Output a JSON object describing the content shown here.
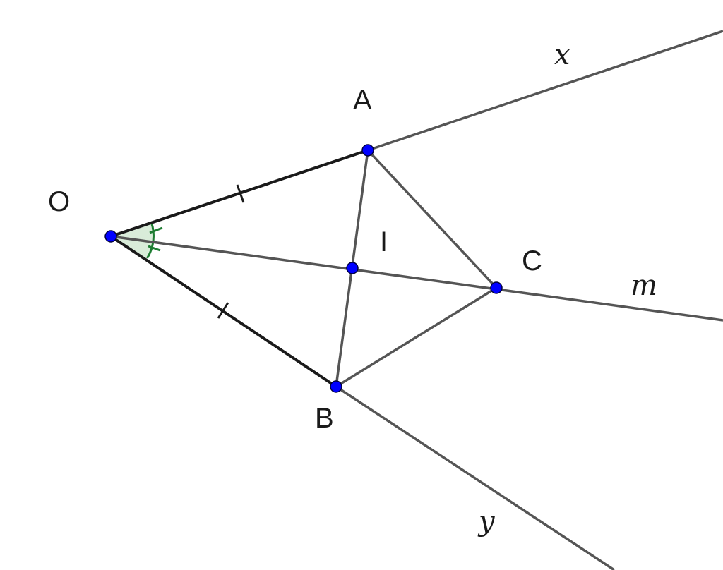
{
  "points": {
    "O": "O",
    "A": "A",
    "B": "B",
    "C": "C",
    "I": "I"
  },
  "lines": {
    "x": "x",
    "y": "y",
    "m": "m"
  },
  "colors": {
    "background": "#ffffff",
    "ray": "#555555",
    "side": "#1a1a1a",
    "point_fill": "#0000ff",
    "point_stroke": "#00003c",
    "angle_marker": "#1e7d32",
    "angle_fill": "#d9ecd9"
  },
  "marks": {
    "equal_sides": [
      "OA",
      "OB"
    ],
    "equal_angles": [
      "AOC",
      "COB"
    ]
  }
}
